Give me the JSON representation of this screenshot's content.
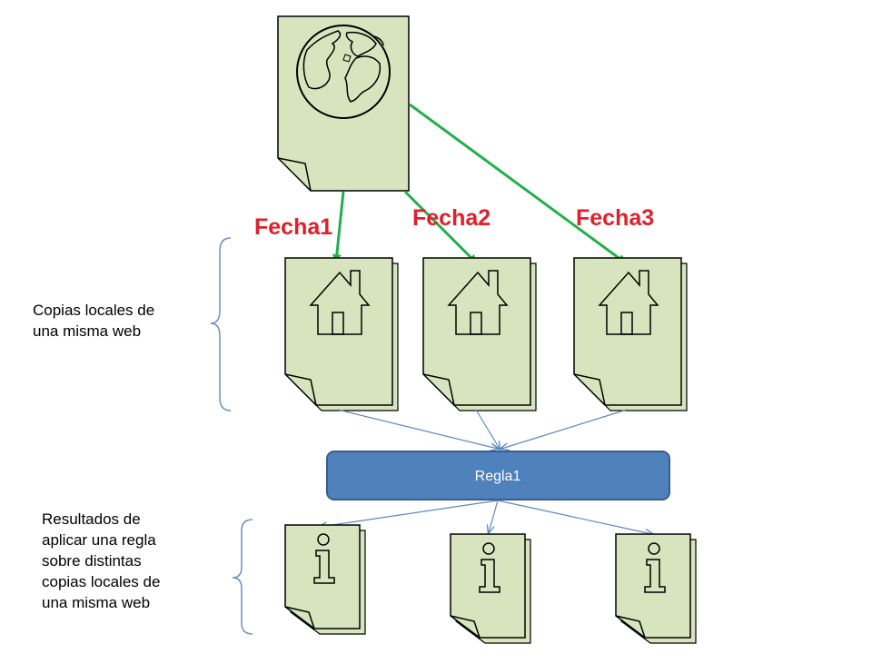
{
  "date_labels": [
    "Fecha1",
    "Fecha2",
    "Fecha3"
  ],
  "rule_label": "Regla1",
  "left_notes": {
    "copies": "Copias locales de\nuna misma web",
    "results": "Resultados de\naplicar una regla\nsobre distintas\ncopias locales de\nuna misma web"
  },
  "colors": {
    "doc_fill": "#d7e4bd",
    "doc_stroke": "#000000",
    "date_label": "#e0202a",
    "green_arrow": "#22b04b",
    "blue_arrow": "#5b87c0",
    "rule_fill": "#4f81bd",
    "rule_stroke": "#385d8a",
    "bracket": "#6d8fc4"
  },
  "icons": {
    "source_page": "globe-icon",
    "local_copy": "house-icon",
    "result": "info-icon"
  }
}
